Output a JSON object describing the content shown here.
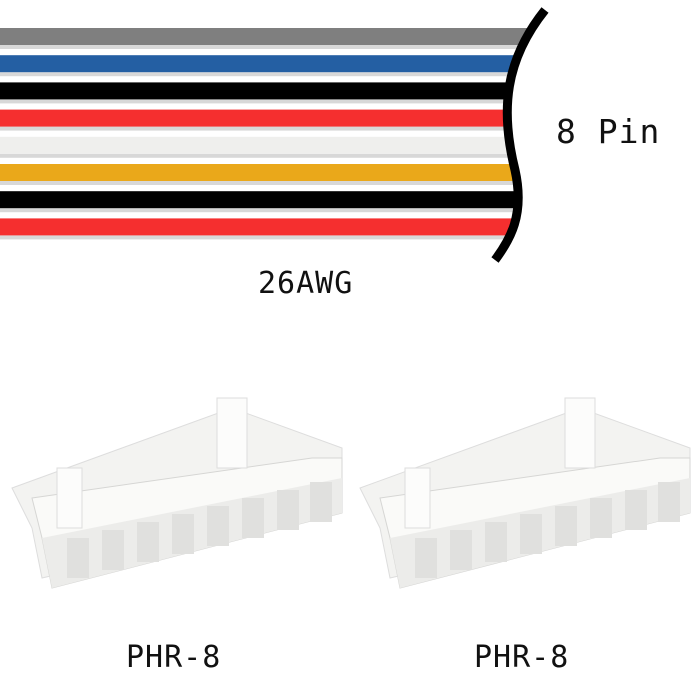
{
  "labels": {
    "pin_count": "8 Pin",
    "gauge": "26AWG",
    "connector_left": "PHR-8",
    "connector_right": "PHR-8"
  },
  "wires": [
    {
      "color": "#7f7f7f",
      "name": "gray"
    },
    {
      "color": "#245fa3",
      "name": "blue"
    },
    {
      "color": "#000000",
      "name": "black"
    },
    {
      "color": "#f52f2f",
      "name": "red"
    },
    {
      "color": "#efefed",
      "name": "white"
    },
    {
      "color": "#eaa81a",
      "name": "orange"
    },
    {
      "color": "#000000",
      "name": "black"
    },
    {
      "color": "#f52f2f",
      "name": "red"
    }
  ]
}
